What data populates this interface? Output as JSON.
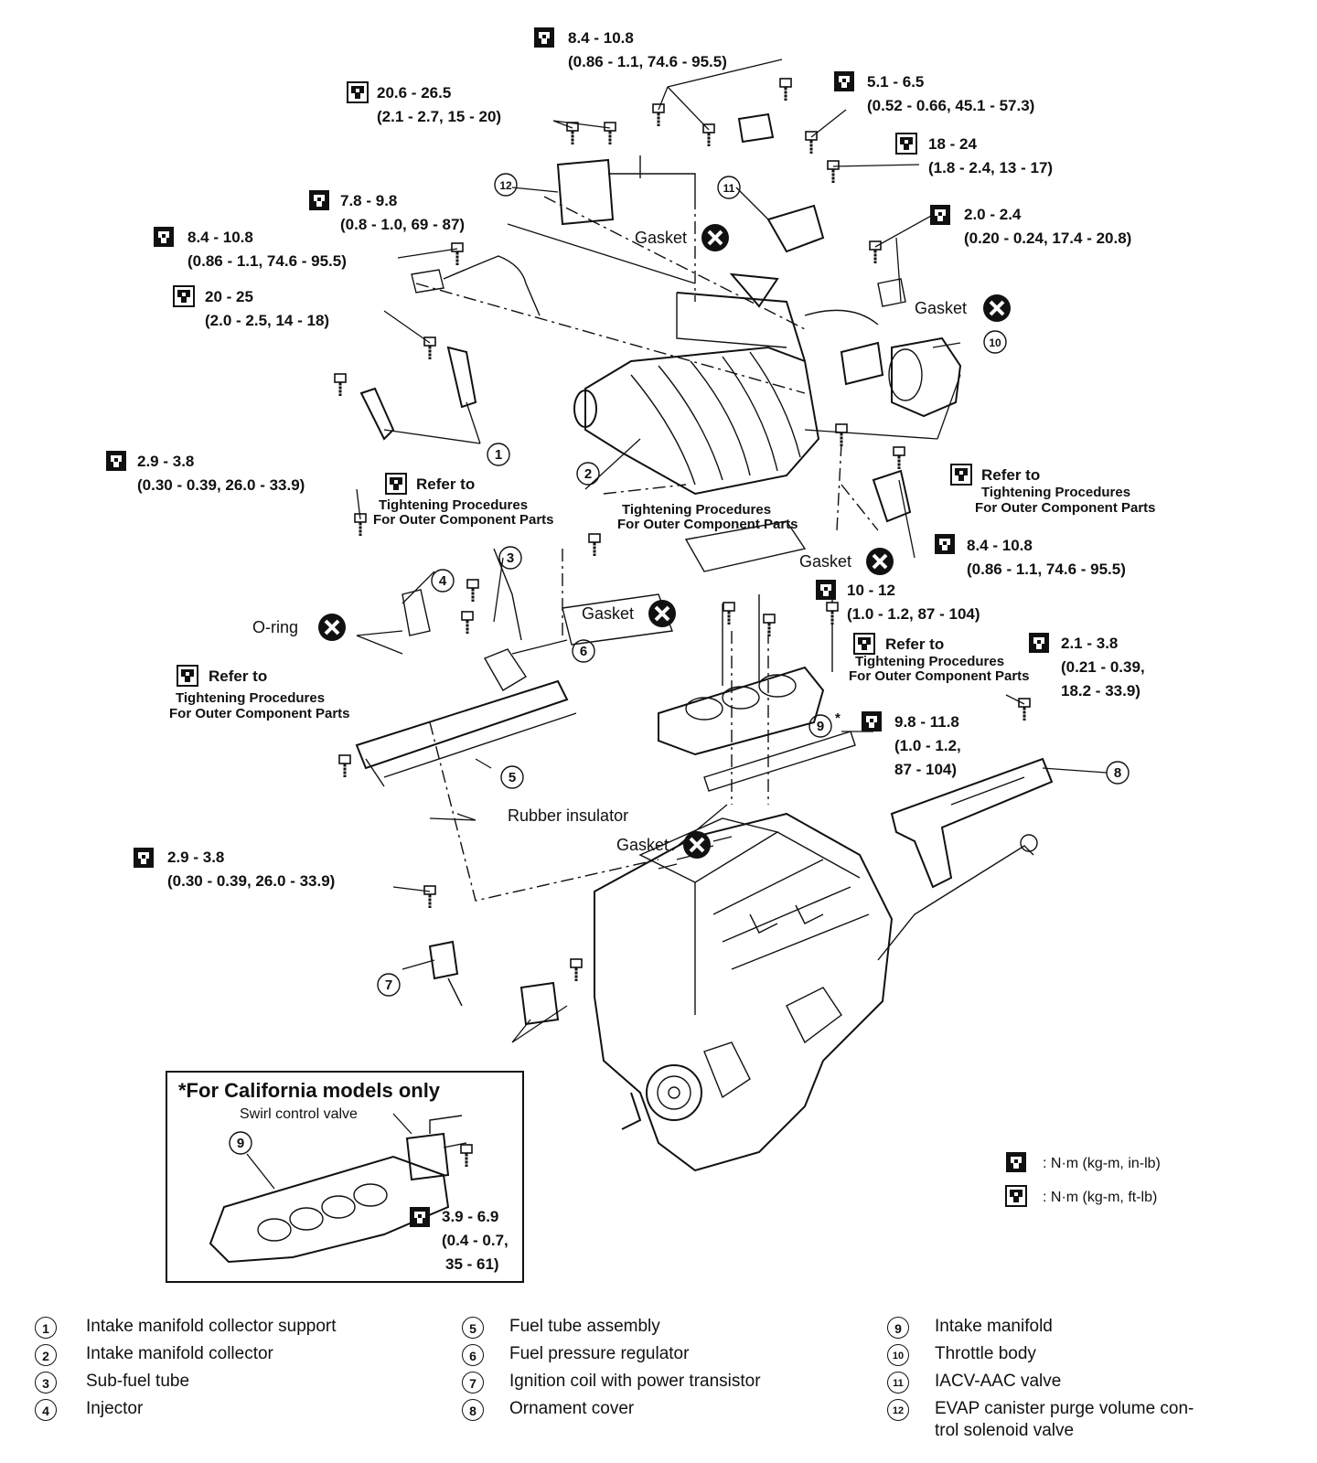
{
  "torque_specs": {
    "t1": {
      "line1": "8.4 - 10.8",
      "line2": "(0.86 - 1.1, 74.6 - 95.5)"
    },
    "t2": {
      "line1": "20.6 - 26.5",
      "line2": "(2.1 - 2.7, 15 - 20)"
    },
    "t3": {
      "line1": "5.1 - 6.5",
      "line2": "(0.52 - 0.66, 45.1 - 57.3)"
    },
    "t4": {
      "line1": "18 - 24",
      "line2": "(1.8 - 2.4, 13 - 17)"
    },
    "t5": {
      "line1": "7.8 - 9.8",
      "line2": "(0.8 - 1.0, 69 - 87)"
    },
    "t6": {
      "line1": "8.4 - 10.8",
      "line2": "(0.86 - 1.1, 74.6 - 95.5)"
    },
    "t7": {
      "line1": "2.0 - 2.4",
      "line2": "(0.20 - 0.24, 17.4 - 20.8)"
    },
    "t8": {
      "line1": "20 - 25",
      "line2": "(2.0 - 2.5, 14 - 18)"
    },
    "t9": {
      "line1": "2.9 - 3.8",
      "line2": "(0.30 - 0.39, 26.0 - 33.9)"
    },
    "t10": {
      "line1": "8.4 - 10.8",
      "line2": "(0.86 - 1.1, 74.6 - 95.5)"
    },
    "t11": {
      "line1": "10 - 12",
      "line2": "(1.0 - 1.2, 87 - 104)"
    },
    "t12": {
      "line1": "2.1 - 3.8",
      "line2": "(0.21 - 0.39,",
      "line3": "18.2 - 33.9)"
    },
    "t13": {
      "line1": "9.8 - 11.8",
      "line2": "(1.0 - 1.2,",
      "line3": "87 - 104)"
    },
    "t14": {
      "line1": "2.9 - 3.8",
      "line2": "(0.30 - 0.39, 26.0 - 33.9)"
    },
    "t15": {
      "line1": "3.9 - 6.9",
      "line2": "(0.4 - 0.7,",
      "line3": "35 - 61)"
    }
  },
  "labels": {
    "gasket": "Gasket",
    "oring": "O-ring",
    "rubber_insulator": "Rubber insulator",
    "refer_to": "Refer to",
    "refer_line2": "Tightening Procedures",
    "refer_line3": "For Outer Component Parts",
    "california_title": "*For California models only",
    "swirl_valve": "Swirl control valve",
    "asterisk": "*"
  },
  "units_legend": {
    "nm_in": ": N·m (kg-m, in-lb)",
    "nm_ft": ": N·m (kg-m, ft-lb)"
  },
  "icons": [
    "torque-wrench-in-lb-icon",
    "torque-wrench-ft-lb-icon",
    "gasket-replace-x-icon"
  ],
  "callouts": [
    "1",
    "2",
    "3",
    "4",
    "5",
    "6",
    "7",
    "8",
    "9",
    "10",
    "11",
    "12"
  ],
  "parts_legend": [
    {
      "num": "1",
      "name": "Intake manifold collector support"
    },
    {
      "num": "2",
      "name": "Intake manifold collector"
    },
    {
      "num": "3",
      "name": "Sub-fuel tube"
    },
    {
      "num": "4",
      "name": "Injector"
    },
    {
      "num": "5",
      "name": "Fuel tube assembly"
    },
    {
      "num": "6",
      "name": "Fuel pressure regulator"
    },
    {
      "num": "7",
      "name": "Ignition coil with power transistor"
    },
    {
      "num": "8",
      "name": "Ornament cover"
    },
    {
      "num": "9",
      "name": "Intake manifold"
    },
    {
      "num": "10",
      "name": "Throttle body"
    },
    {
      "num": "11",
      "name": "IACV-AAC valve"
    },
    {
      "num": "12",
      "name": "EVAP canister purge volume con-",
      "name2": "trol solenoid valve"
    }
  ]
}
